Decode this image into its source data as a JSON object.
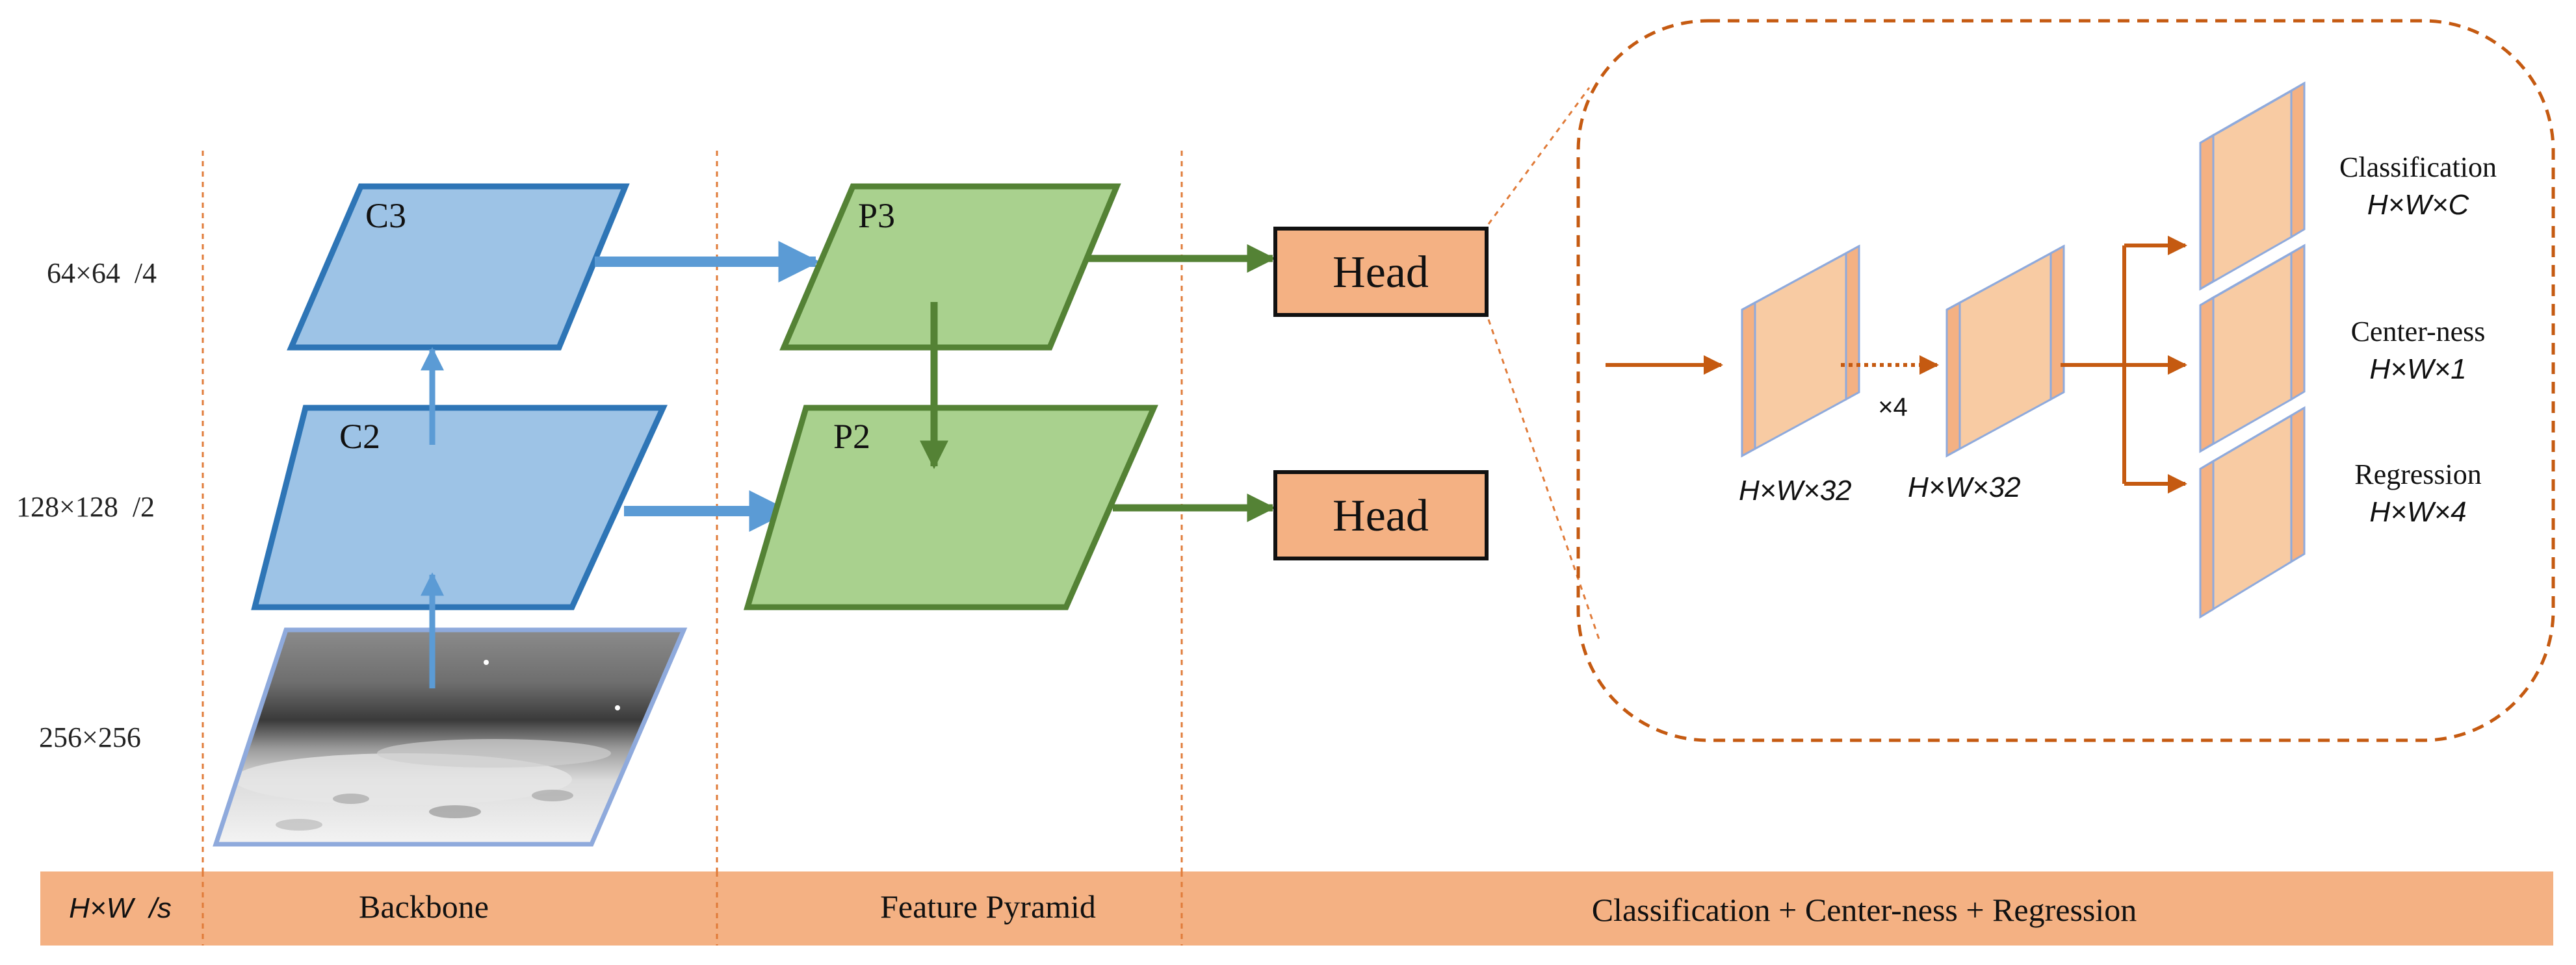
{
  "scale_labels": {
    "level_p3": "64×64  /4",
    "level_p2": "128×128  /2",
    "level_input": "256×256"
  },
  "backbone": {
    "c3": "C3",
    "c2": "C2"
  },
  "pyramid": {
    "p3": "P3",
    "p2": "P2"
  },
  "heads": {
    "top": "Head",
    "bottom": "Head"
  },
  "head_detail": {
    "feature1_dim": "H×W×32",
    "feature2_dim": "H×W×32",
    "repeat": "×4",
    "outputs": [
      {
        "name": "Classification",
        "dim": "H×W×C"
      },
      {
        "name": "Center-ness",
        "dim": "H×W×1"
      },
      {
        "name": "Regression",
        "dim": "H×W×4"
      }
    ]
  },
  "footer": {
    "dims": "H×W  /s",
    "backbone": "Backbone",
    "pyramid": "Feature Pyramid",
    "heads": "Classification + Center-ness + Regression"
  },
  "colors": {
    "backbone_fill": "#9dc3e6",
    "backbone_stroke": "#2e75b6",
    "pyramid_fill": "#a9d18e",
    "pyramid_stroke": "#548235",
    "head_fill": "#f4b183",
    "orange_line": "#c55a11",
    "cube_fill": "#f8cba3",
    "cube_stroke": "#8faadc",
    "footer_band": "#f4b183"
  }
}
